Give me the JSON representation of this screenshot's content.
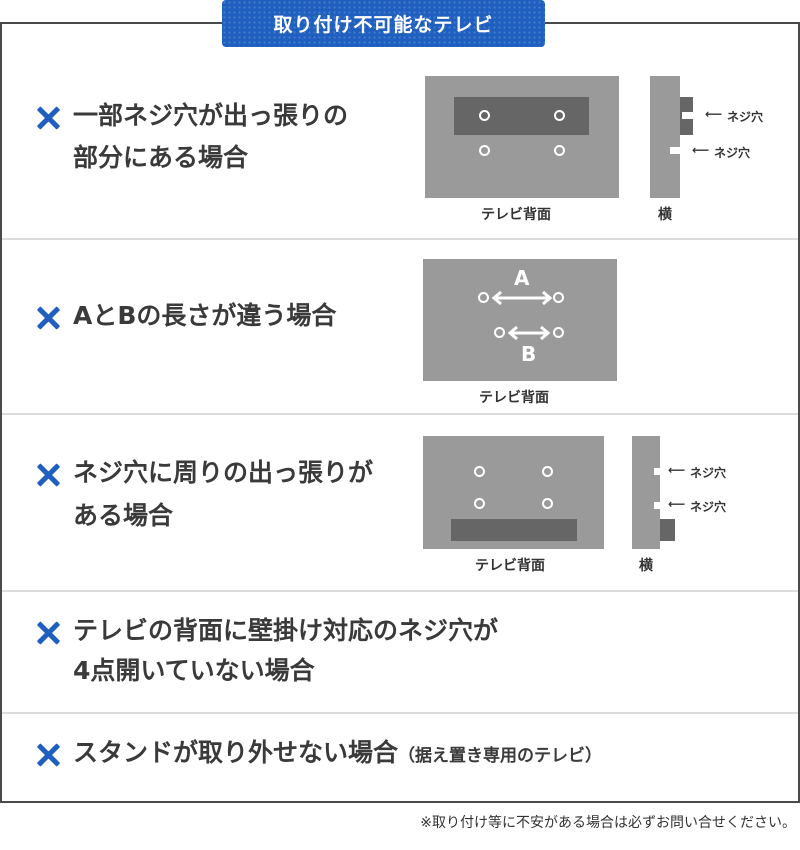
{
  "header": {
    "title": "取り付け不可能なテレビ"
  },
  "rows": [
    {
      "line1": "一部ネジ穴が出っ張りの",
      "line2": "部分にある場合",
      "diagram": {
        "back_caption": "テレビ背面",
        "side_caption": "横",
        "screw_label_1": "ネジ穴",
        "screw_label_2": "ネジ穴"
      }
    },
    {
      "line1": "AとBの長さが違う場合",
      "diagram": {
        "back_caption": "テレビ背面",
        "label_a": "A",
        "label_b": "B"
      }
    },
    {
      "line1": "ネジ穴に周りの出っ張りが",
      "line2": "ある場合",
      "diagram": {
        "back_caption": "テレビ背面",
        "side_caption": "横",
        "screw_label_1": "ネジ穴",
        "screw_label_2": "ネジ穴"
      }
    },
    {
      "line1": "テレビの背面に壁掛け対応のネジ穴が",
      "line2": "4点開いていない場合"
    },
    {
      "line1": "スタンドが取り外せない場合",
      "line1_sub": "（据え置き専用のテレビ）"
    }
  ],
  "footnote": "※取り付け等に不安がある場合は必ずお問い合せください。",
  "colors": {
    "accent": "#1f5fbf",
    "tv_body": "#9a9a9a",
    "tv_dark": "#666666"
  },
  "icons": {
    "cross": "x-mark-icon",
    "arrow": "left-arrow-icon",
    "double_arrow": "double-arrow-icon"
  }
}
